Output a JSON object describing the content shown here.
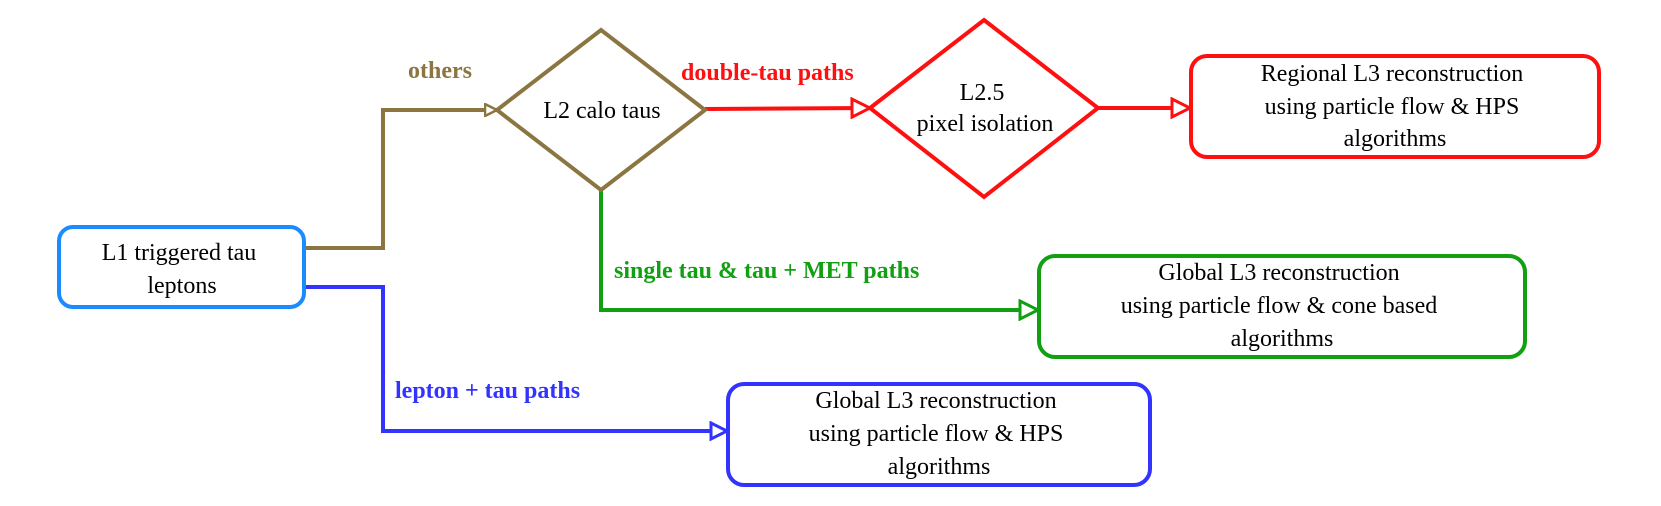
{
  "colors": {
    "l1": "#1a8cff",
    "others": "#8b7540",
    "double_tau": "#ff1010",
    "single_tau": "#11a011",
    "lepton_tau": "#3333ff"
  },
  "nodes": {
    "l1": {
      "lines": [
        "L1 triggered tau",
        "leptons"
      ]
    },
    "l2": {
      "lines": [
        "L2 calo taus"
      ]
    },
    "l25": {
      "lines": [
        "L2.5",
        "pixel isolation"
      ]
    },
    "regional_l3": {
      "lines": [
        "Regional L3 reconstruction",
        "using particle flow & HPS",
        "algorithms"
      ]
    },
    "global_l3_cone": {
      "lines": [
        "Global L3 reconstruction",
        "using particle flow & cone based",
        "algorithms"
      ]
    },
    "global_l3_hps": {
      "lines": [
        "Global L3 reconstruction",
        "using particle flow & HPS",
        "algorithms"
      ]
    }
  },
  "edges": {
    "others": {
      "label": "others"
    },
    "double_tau": {
      "label": "double-tau paths"
    },
    "single_tau": {
      "label": "single tau & tau + MET paths"
    },
    "lepton_tau": {
      "label": "lepton + tau paths"
    }
  }
}
